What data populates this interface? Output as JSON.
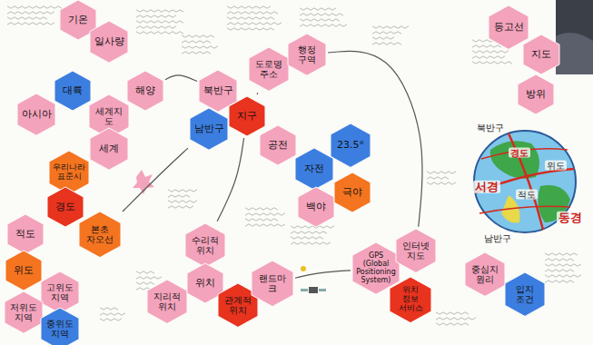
{
  "diagram": {
    "nodes": [
      {
        "text": [
          "기온"
        ]
      },
      {
        "text": [
          "일사량"
        ]
      },
      {
        "text": [
          "대륙"
        ]
      },
      {
        "text": [
          "아시아"
        ]
      },
      {
        "text": [
          "세계지도"
        ]
      },
      {
        "text": [
          "해양"
        ]
      },
      {
        "text": [
          "세계"
        ]
      },
      {
        "text": [
          "우리나라 표준시"
        ]
      },
      {
        "text": [
          "경도"
        ]
      },
      {
        "text": [
          "본초 자오선"
        ]
      },
      {
        "text": [
          "적도"
        ]
      },
      {
        "text": [
          "위도"
        ]
      },
      {
        "text": [
          "고위도 지역"
        ]
      },
      {
        "text": [
          "저위도 지역"
        ]
      },
      {
        "text": [
          "중위도 지역"
        ]
      },
      {
        "text": [
          "도로명 주소"
        ]
      },
      {
        "text": [
          "행정 구역"
        ]
      },
      {
        "text": [
          "북반구"
        ]
      },
      {
        "text": [
          "남반구"
        ]
      },
      {
        "text": [
          "지구"
        ]
      },
      {
        "text": [
          "공전"
        ]
      },
      {
        "text": [
          "23.5°"
        ]
      },
      {
        "text": [
          "자전"
        ]
      },
      {
        "text": [
          "백야"
        ]
      },
      {
        "text": [
          "극야"
        ]
      },
      {
        "text": [
          "수리적 위치"
        ]
      },
      {
        "text": [
          "지리적 위치"
        ]
      },
      {
        "text": [
          "위치"
        ]
      },
      {
        "text": [
          "관계적 위치"
        ]
      },
      {
        "text": [
          "랜드마크"
        ]
      },
      {
        "text": [
          "GPS (Global Positioning System)"
        ]
      },
      {
        "text": [
          "인터넷 지도"
        ]
      },
      {
        "text": [
          "위치 정보 서비스"
        ]
      },
      {
        "text": [
          "등고선"
        ]
      },
      {
        "text": [
          "지도"
        ]
      },
      {
        "text": [
          "방위"
        ]
      },
      {
        "text": [
          "중심지 원리"
        ]
      },
      {
        "text": [
          "입지 조건"
        ]
      }
    ],
    "edges": [
      {
        "from": 5,
        "to": 17,
        "arrow": "none"
      },
      {
        "from": 19,
        "to": 15,
        "arrow": "none"
      },
      {
        "from": 16,
        "to": 31,
        "arrow": "none"
      },
      {
        "from": 18,
        "to": 9,
        "arrow": "none"
      },
      {
        "from": 19,
        "to": 25,
        "arrow": "none"
      },
      {
        "from": 29,
        "to": 30,
        "arrow": "none"
      }
    ],
    "labels": [
      "북반구",
      "남반구",
      "서경",
      "동경",
      "경도",
      "위도",
      "적도"
    ]
  }
}
